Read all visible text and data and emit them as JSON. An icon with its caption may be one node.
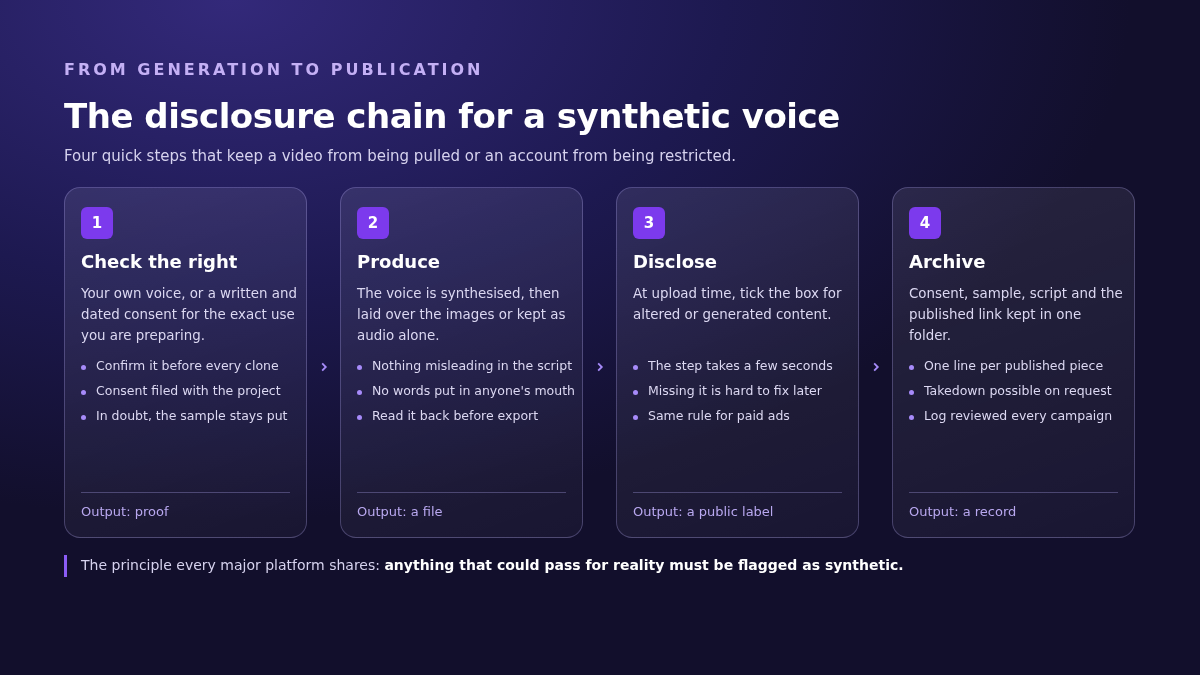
{
  "diagram": {
    "title": "The disclosure chain for a synthetic voice",
    "nodes": [
      {
        "text": [
          "1",
          "Check the right",
          "Your own voice, or a written and dated consent for the exact use you are preparing.",
          "Confirm it before every clone",
          "Consent filed with the project",
          "In doubt, the sample stays put",
          "Output: proof"
        ]
      },
      {
        "text": [
          "2",
          "Produce",
          "The voice is synthesised, then laid over the images or kept as audio alone.",
          "Nothing misleading in the script",
          "No words put in anyone's mouth",
          "Read it back before export",
          "Output: a file"
        ]
      },
      {
        "text": [
          "3",
          "Disclose",
          "At upload time, tick the box for altered or generated content.",
          "The step takes a few seconds",
          "Missing it is hard to fix later",
          "Same rule for paid ads",
          "Output: a public label"
        ]
      },
      {
        "text": [
          "4",
          "Archive",
          "Consent, sample, script and the published link kept in one folder.",
          "One line per published piece",
          "Takedown possible on request",
          "Log reviewed every campaign",
          "Output: a record"
        ]
      }
    ],
    "edges": [
      {
        "from": 0,
        "to": 1,
        "arrow": "to"
      },
      {
        "from": 1,
        "to": 2,
        "arrow": "to"
      },
      {
        "from": 2,
        "to": 3,
        "arrow": "to"
      }
    ],
    "labels": [
      "FROM GENERATION TO PUBLICATION",
      "Four quick steps that keep a video from being pulled or an account from being restricted.",
      "The principle every major platform shares: **anything that could pass for reality must be flagged as synthetic.**"
    ]
  }
}
